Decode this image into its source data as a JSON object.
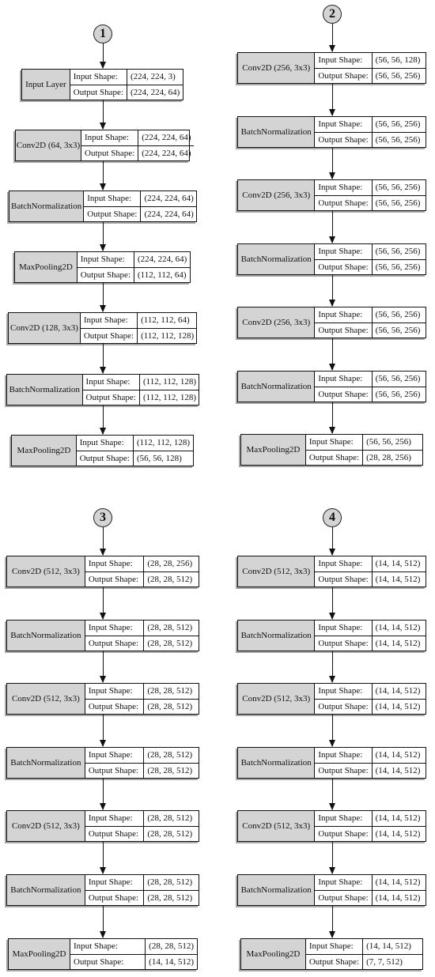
{
  "labels": {
    "input": "Input Shape:",
    "output": "Output Shape:"
  },
  "stages": [
    {
      "number": "1",
      "layers": [
        {
          "name": "Input Layer",
          "input": "(224, 224, 3)",
          "output": "(224, 224, 64)"
        },
        {
          "name": "Conv2D (64, 3x3)",
          "input": "(224, 224, 64)",
          "output": "(224, 224, 64)"
        },
        {
          "name": "BatchNormalization",
          "input": "(224, 224, 64)",
          "output": "(224, 224, 64)"
        },
        {
          "name": "MaxPooling2D",
          "input": "(224, 224, 64)",
          "output": "(112, 112, 64)"
        },
        {
          "name": "Conv2D (128, 3x3)",
          "input": "(112, 112, 64)",
          "output": "(112, 112, 128)"
        },
        {
          "name": "BatchNormalization",
          "input": "(112, 112, 128)",
          "output": "(112, 112, 128)"
        },
        {
          "name": "MaxPooling2D",
          "input": "(112, 112, 128)",
          "output": "(56, 56, 128)"
        }
      ]
    },
    {
      "number": "2",
      "layers": [
        {
          "name": "Conv2D (256, 3x3)",
          "input": "(56, 56, 128)",
          "output": "(56, 56, 256)"
        },
        {
          "name": "BatchNormalization",
          "input": "(56, 56, 256)",
          "output": "(56, 56, 256)"
        },
        {
          "name": "Conv2D (256, 3x3)",
          "input": "(56, 56, 256)",
          "output": "(56, 56, 256)"
        },
        {
          "name": "BatchNormalization",
          "input": "(56, 56, 256)",
          "output": "(56, 56, 256)"
        },
        {
          "name": "Conv2D (256, 3x3)",
          "input": "(56, 56, 256)",
          "output": "(56, 56, 256)"
        },
        {
          "name": "BatchNormalization",
          "input": "(56, 56, 256)",
          "output": "(56, 56, 256)"
        },
        {
          "name": "MaxPooling2D",
          "input": "(56, 56, 256)",
          "output": "(28, 28, 256)"
        }
      ]
    },
    {
      "number": "3",
      "layers": [
        {
          "name": "Conv2D (512, 3x3)",
          "input": "(28, 28, 256)",
          "output": "(28, 28, 512)"
        },
        {
          "name": "BatchNormalization",
          "input": "(28, 28, 512)",
          "output": "(28, 28, 512)"
        },
        {
          "name": "Conv2D (512, 3x3)",
          "input": "(28, 28, 512)",
          "output": "(28, 28, 512)"
        },
        {
          "name": "BatchNormalization",
          "input": "(28, 28, 512)",
          "output": "(28, 28, 512)"
        },
        {
          "name": "Conv2D (512, 3x3)",
          "input": "(28, 28, 512)",
          "output": "(28, 28, 512)"
        },
        {
          "name": "BatchNormalization",
          "input": "(28, 28, 512)",
          "output": "(28, 28, 512)"
        },
        {
          "name": "MaxPooling2D",
          "input": "(28, 28, 512)",
          "output": "(14, 14, 512)"
        }
      ]
    },
    {
      "number": "4",
      "layers": [
        {
          "name": "Conv2D (512, 3x3)",
          "input": "(14, 14, 512)",
          "output": "(14, 14, 512)"
        },
        {
          "name": "BatchNormalization",
          "input": "(14, 14, 512)",
          "output": "(14, 14, 512)"
        },
        {
          "name": "Conv2D (512, 3x3)",
          "input": "(14, 14, 512)",
          "output": "(14, 14, 512)"
        },
        {
          "name": "BatchNormalization",
          "input": "(14, 14, 512)",
          "output": "(14, 14, 512)"
        },
        {
          "name": "Conv2D (512, 3x3)",
          "input": "(14, 14, 512)",
          "output": "(14, 14, 512)"
        },
        {
          "name": "BatchNormalization",
          "input": "(14, 14, 512)",
          "output": "(14, 14, 512)"
        },
        {
          "name": "MaxPooling2D",
          "input": "(14, 14, 512)",
          "output": "(7, 7, 512)"
        }
      ]
    }
  ]
}
